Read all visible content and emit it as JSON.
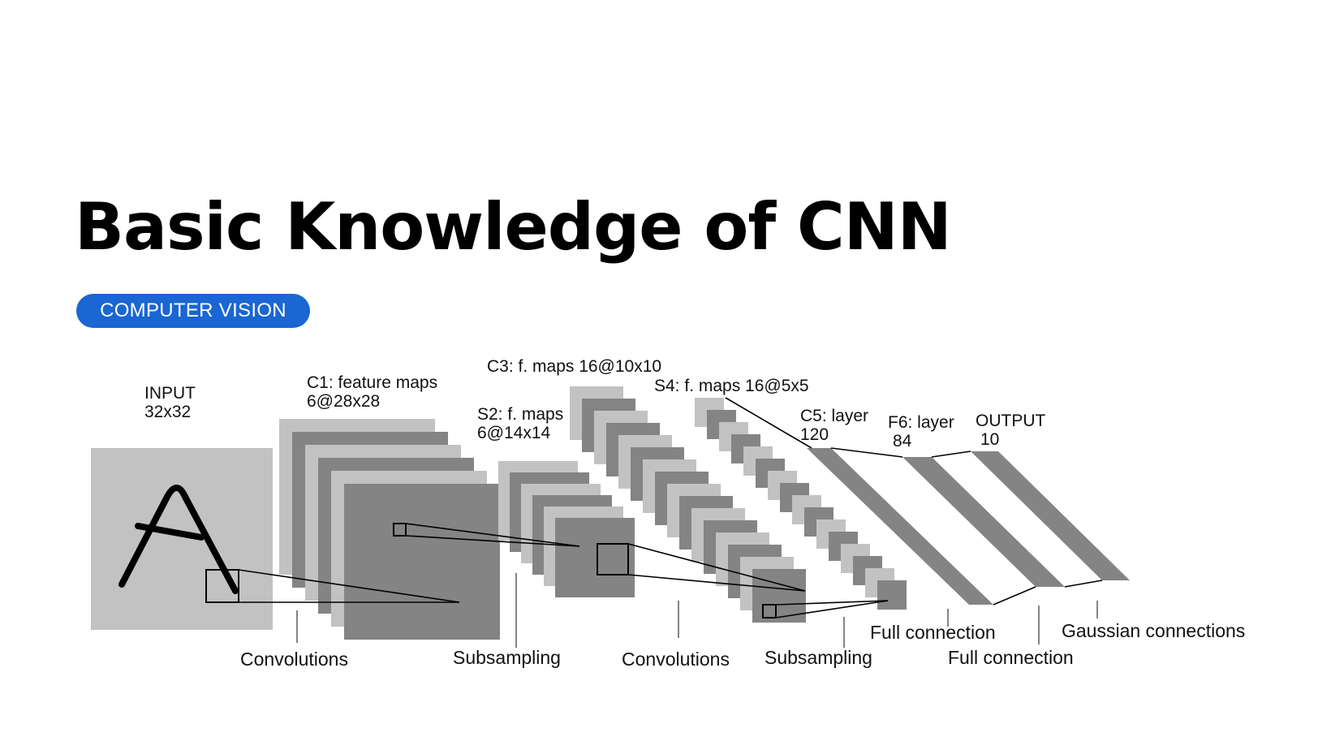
{
  "title": "Basic Knowledge of CNN",
  "tag": "COMPUTER VISION",
  "colors": {
    "tag_bg": "#1a66d2",
    "light_map": "#c2c2c2",
    "dark_map": "#848484",
    "background": "#ffffff"
  },
  "diagram": {
    "input": {
      "name": "INPUT",
      "size": "32x32"
    },
    "c1": {
      "name": "C1: feature maps",
      "size": "6@28x28"
    },
    "s2": {
      "name": "S2: f. maps",
      "size": "6@14x14"
    },
    "c3": {
      "name": "C3: f. maps 16@10x10"
    },
    "s4": {
      "name": "S4: f. maps 16@5x5"
    },
    "c5": {
      "name": "C5: layer",
      "size": "120"
    },
    "f6": {
      "name": "F6: layer",
      "size": "84"
    },
    "output": {
      "name": "OUTPUT",
      "size": "10"
    },
    "operations": {
      "conv1": "Convolutions",
      "sub1": "Subsampling",
      "conv2": "Convolutions",
      "sub2": "Subsampling",
      "full1": "Full connection",
      "full2": "Full connection",
      "gauss": "Gaussian connections"
    }
  }
}
